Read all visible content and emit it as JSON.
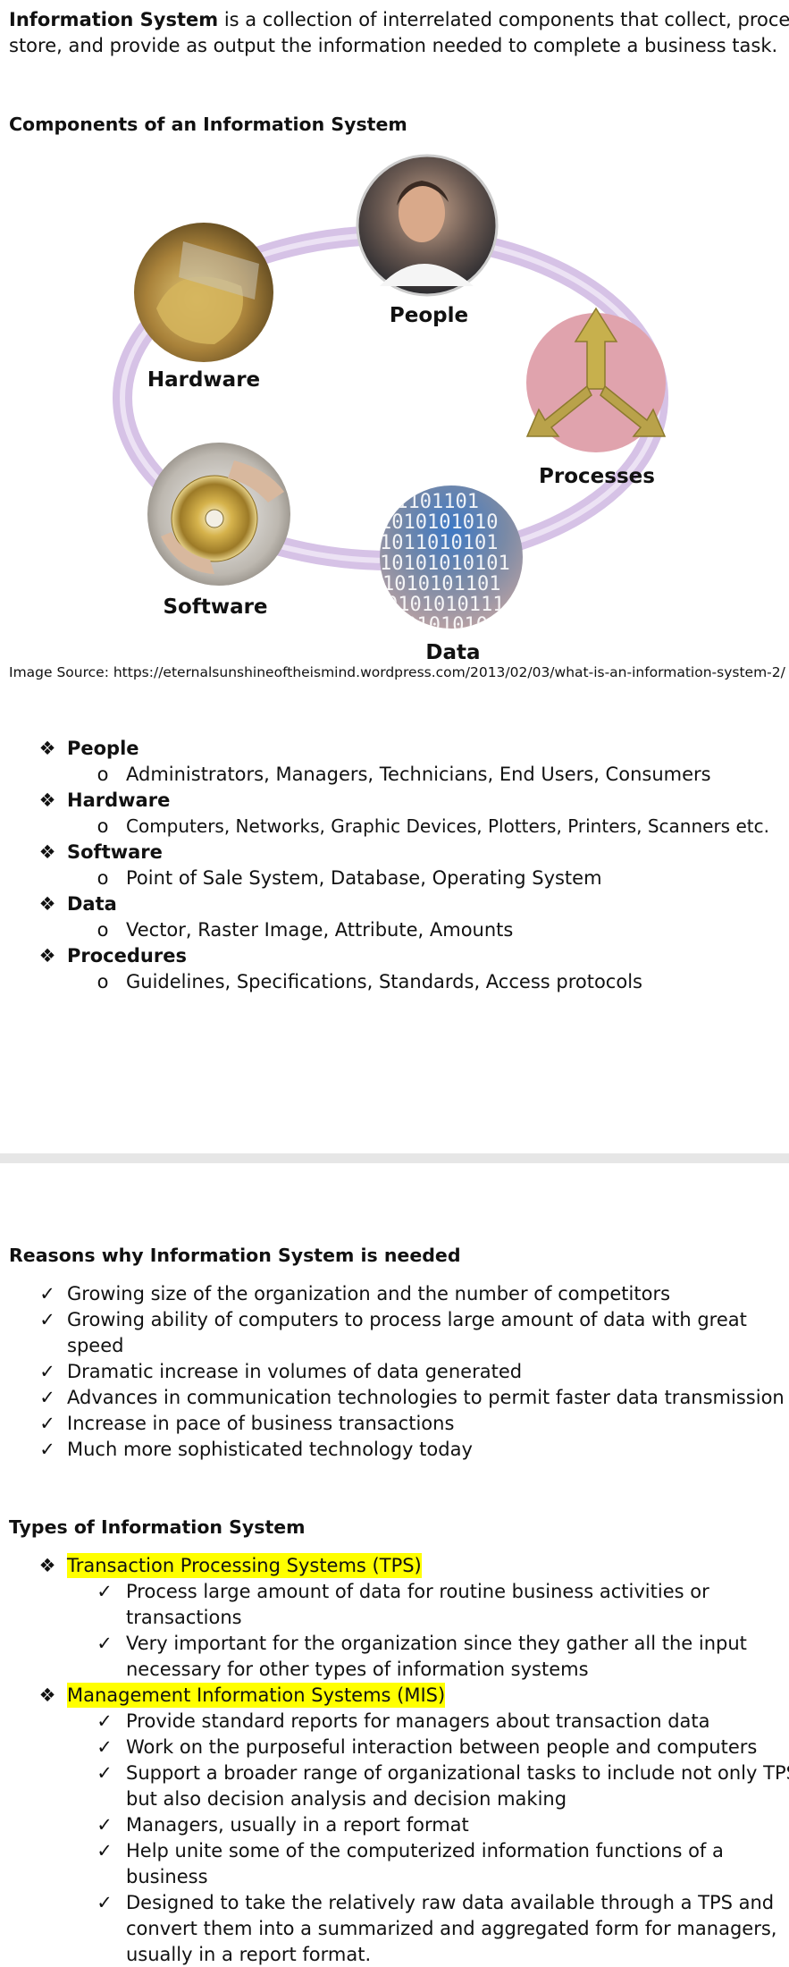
{
  "intro": {
    "term": "Information System",
    "line1_rest": " is a collection of interrelated components that collect, process,",
    "line2": "store, and provide as output the information needed to complete a business task."
  },
  "components_heading": "Components of an Information System",
  "diagram": {
    "labels": {
      "people": "People",
      "hardware": "Hardware",
      "processes": "Processes",
      "software": "Software",
      "data": "Data"
    },
    "binary_text": [
      "01101101",
      "1010101010",
      "1011010101",
      "10101010101",
      "1010101101",
      "0101010111",
      "10101010"
    ],
    "colors": {
      "ring": "#d6c2e6",
      "processes_circle": "#e0a3ad",
      "data_circle": "#2d5fa0",
      "arrows": "#b9a24a"
    }
  },
  "image_source": "Image Source: https://eternalsunshineoftheismind.wordpress.com/2013/02/03/what-is-an-information-system-2/",
  "components": [
    {
      "name": "People",
      "detail": "Administrators, Managers, Technicians, End Users, Consumers"
    },
    {
      "name": "Hardware",
      "detail": "Computers, Networks, Graphic Devices, Plotters, Printers, Scanners etc."
    },
    {
      "name": "Software",
      "detail": "Point of Sale System, Database, Operating System"
    },
    {
      "name": "Data",
      "detail": "Vector, Raster Image, Attribute, Amounts"
    },
    {
      "name": "Procedures",
      "detail": "Guidelines, Specifications, Standards, Access protocols"
    }
  ],
  "reasons_heading": "Reasons why Information System is needed",
  "reasons": [
    "Growing size of the organization and the number of competitors",
    "Growing ability of computers to process large amount of data with great",
    "speed",
    "Dramatic increase in volumes of data generated",
    "Advances in communication technologies to permit faster data transmission",
    "Increase in pace of business transactions",
    "Much more sophisticated technology today"
  ],
  "types_heading": "Types of Information System",
  "types": {
    "tps": {
      "name": "Transaction Processing Systems (TPS)",
      "points": [
        "Process large amount of data for routine business activities or",
        "transactions",
        "Very important for the organization since they gather all the input",
        "necessary for other types of information systems"
      ]
    },
    "mis": {
      "name": "Management Information Systems (MIS)",
      "points": [
        "Provide standard reports for managers about transaction data",
        "Work on the purposeful interaction between people and computers",
        "Support a broader range of organizational tasks to include not only TPS",
        "but also decision analysis and decision making",
        "Managers, usually in a report format",
        "Help unite some of the computerized information functions of a",
        "business",
        "Designed to take the relatively raw data available through a TPS and",
        "convert them into a summarized and aggregated form for managers,",
        "usually in a report format."
      ]
    }
  },
  "glyphs": {
    "diamond": "❖",
    "circle": "o",
    "check": "✓"
  }
}
